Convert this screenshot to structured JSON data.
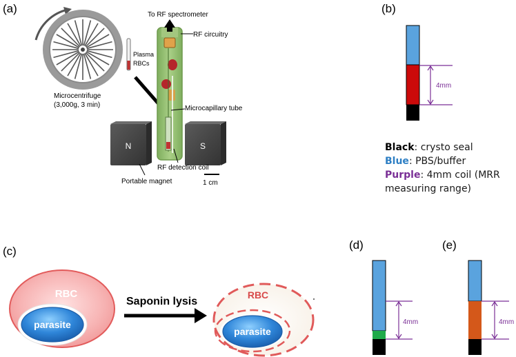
{
  "panels": {
    "a": "(a)",
    "b": "(b)",
    "c": "(c)",
    "d": "(d)",
    "e": "(e)"
  },
  "panel_a": {
    "to_rf_spectrometer": "To RF spectrometer",
    "rf_circuitry": "RF circuitry",
    "plasma": "Plasma",
    "rbcs": "RBCs",
    "microcentrifuge": "Microcentrifuge",
    "microcentrifuge_params": "(3,000g, 3 min)",
    "microcapillary_tube": "Microcapillary tube",
    "magnet_n": "N",
    "magnet_s": "S",
    "rf_detection_coil": "RF detection coil",
    "portable_magnet": "Portable magnet",
    "scale_bar": "1 cm"
  },
  "panel_b": {
    "coil_length": "4mm"
  },
  "legend": {
    "black_key": "Black",
    "black_text": ": crysto seal",
    "blue_key": "Blue",
    "blue_text": ": PBS/buffer",
    "purple_key": "Purple",
    "purple_text_line1": ": 4mm coil (MRR",
    "purple_text_line2": "measuring range)"
  },
  "panel_c": {
    "rbc_label_left": "RBC",
    "parasite_label_left": "parasite",
    "arrow_label": "Saponin lysis",
    "rbc_label_right": "RBC",
    "parasite_label_right": "parasite"
  },
  "panel_d": {
    "coil_length": "4mm"
  },
  "panel_e": {
    "coil_length": "4mm"
  },
  "colors": {
    "buffer_blue": "#5aa3de",
    "rbc_red": "#cc0a0a",
    "seal_black": "#000000",
    "coil_purple": "#7a2f96",
    "parasite_green": "#1faa4a",
    "lysate_orange": "#d4581a",
    "rbc_pink": "#f3a2a2",
    "parasite_blue": "#2f86d9"
  }
}
